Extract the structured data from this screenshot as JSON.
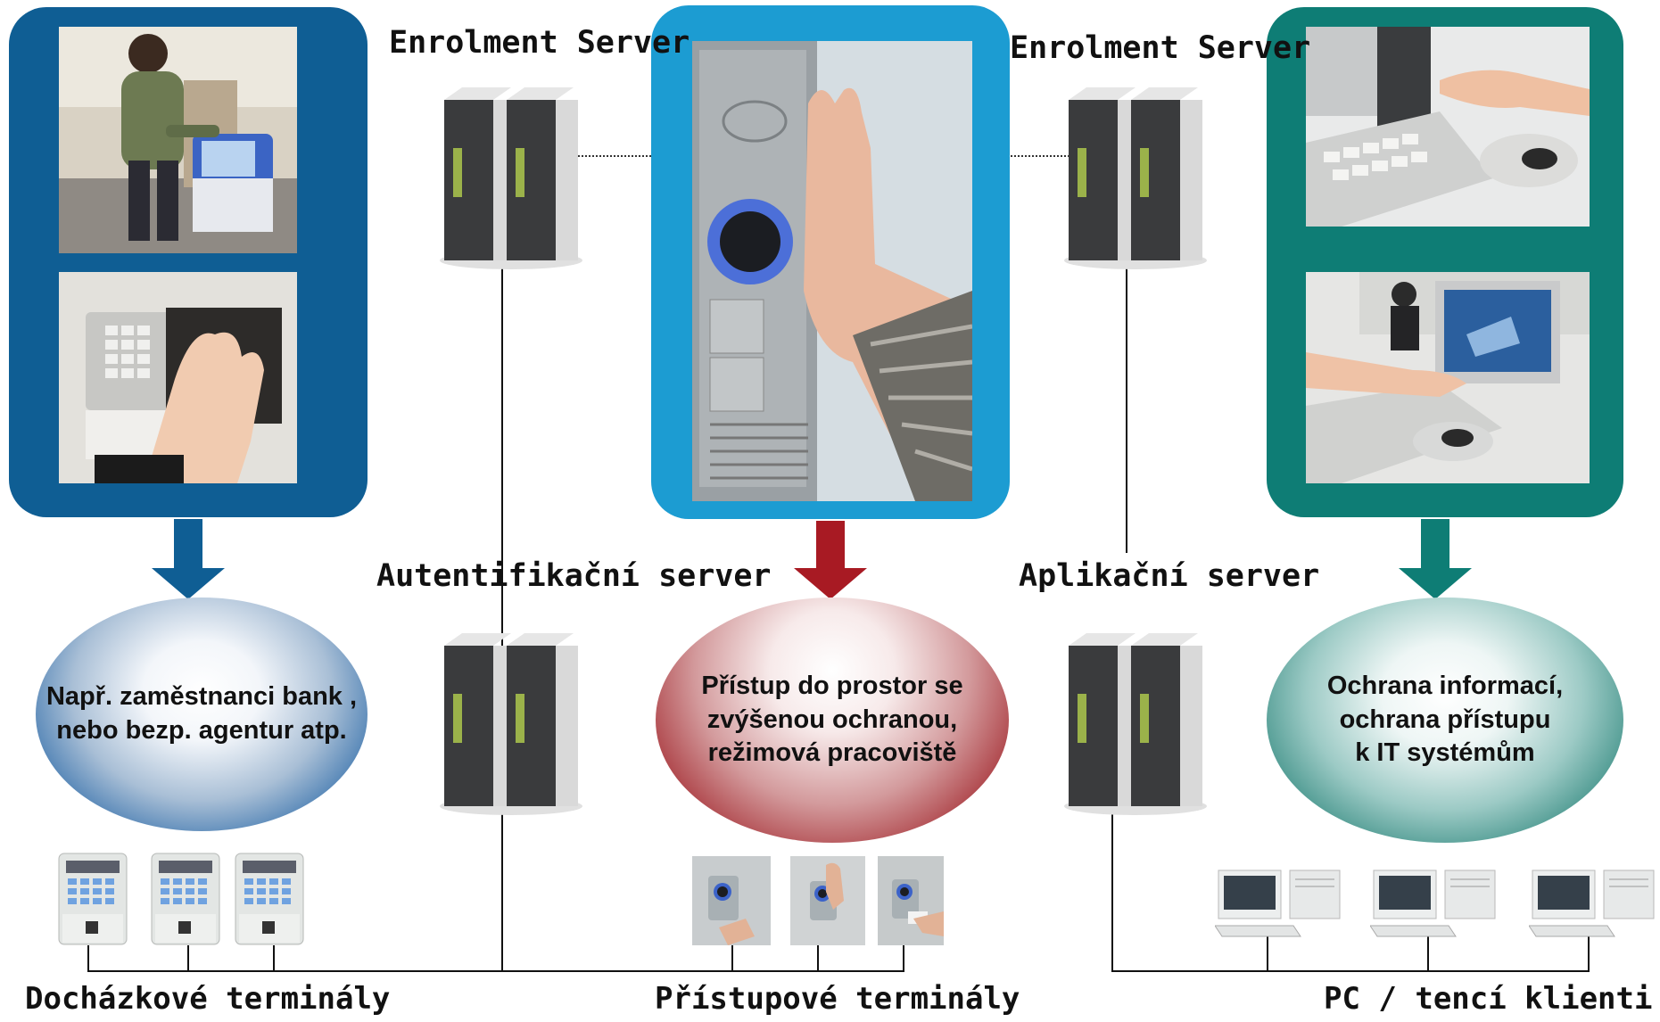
{
  "servers": {
    "enrolment_left": "Enrolment Server",
    "enrolment_right": "Enrolment Server",
    "authentication": "Autentifikační server",
    "application": "Aplikační server"
  },
  "ellipses": {
    "left": "Např. zaměstnanci bank ,\nnebo bezp. agentur atp.",
    "middle": "Přístup do prostor se\nzvýšenou ochranou,\nrežimová pracoviště",
    "right": "Ochrana informací,\nochrana přístupu\nk IT systémům"
  },
  "bottom_labels": {
    "attendance": "Docházkové terminály",
    "access": "Přístupové terminály",
    "pc": "PC / tencí klienti"
  },
  "colors": {
    "left_panel": "#0f5e94",
    "middle_panel": "#1c9cd2",
    "right_panel": "#0e7d75",
    "left_arrow": "#0f5e94",
    "middle_arrow": "#a81a23",
    "right_arrow": "#0e7d75"
  }
}
